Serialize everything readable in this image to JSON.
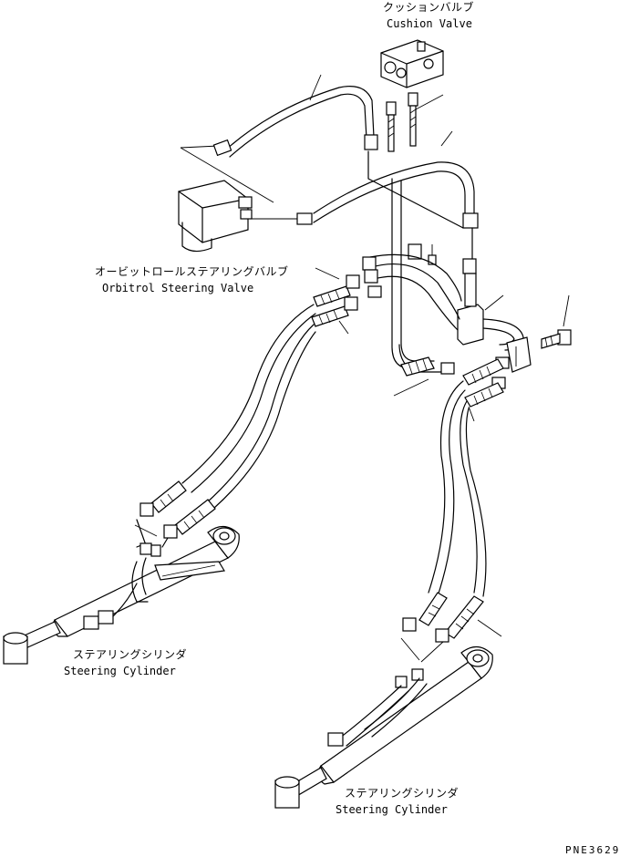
{
  "labels": {
    "cushion_valve_jp": "クッションバルブ",
    "cushion_valve_en": "Cushion Valve",
    "orbitrol_jp": "オービットロールステアリングバルブ",
    "orbitrol_en": "Orbitrol Steering Valve",
    "steering_cyl_left_jp": "ステアリングシリンダ",
    "steering_cyl_left_en": "Steering Cylinder",
    "steering_cyl_right_jp": "ステアリングシリンダ",
    "steering_cyl_right_en": "Steering Cylinder",
    "drawing_number": "PNE3629"
  }
}
